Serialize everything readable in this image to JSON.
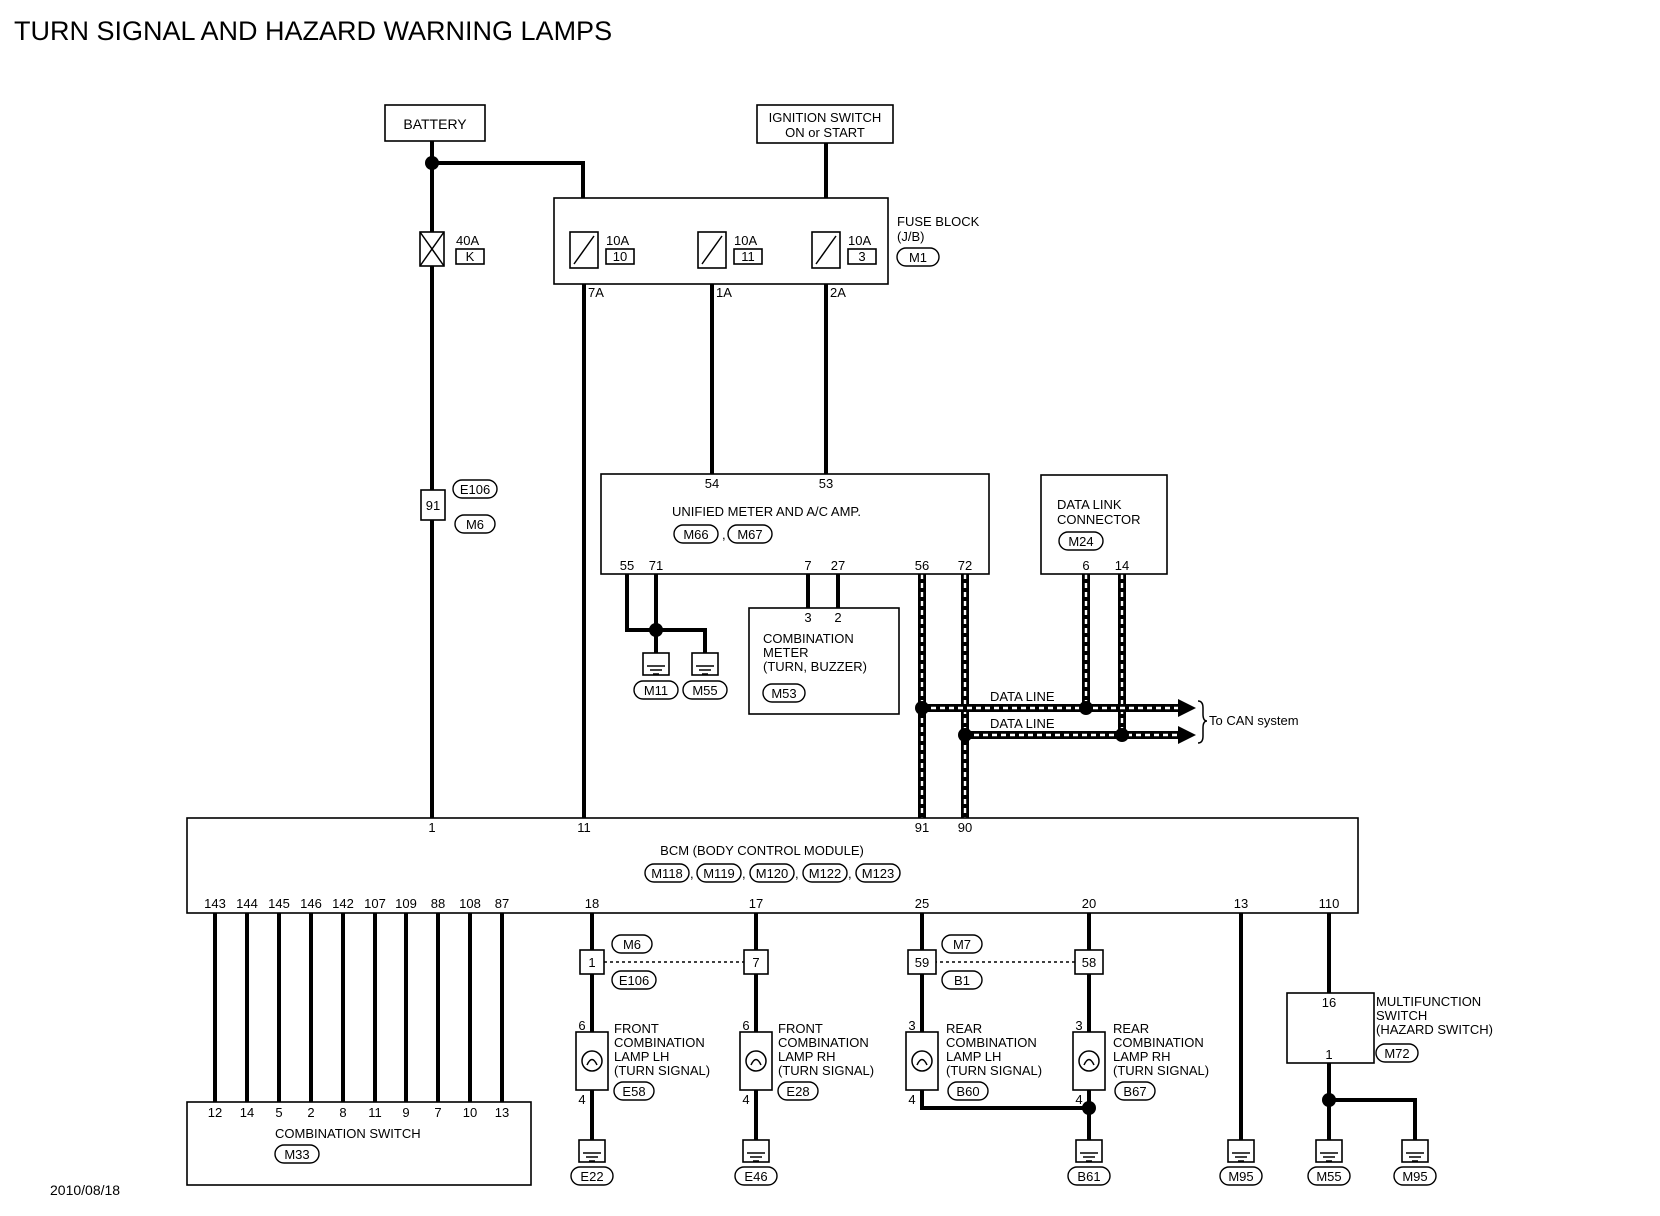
{
  "title": "TURN SIGNAL AND HAZARD WARNING LAMPS",
  "date": "2010/08/18",
  "battery": {
    "label": "BATTERY"
  },
  "ignition": {
    "line1": "IGNITION SWITCH",
    "line2": "ON or START"
  },
  "main_fuse": {
    "rating": "40A",
    "id": "K"
  },
  "fuse_block": {
    "label": "FUSE BLOCK",
    "sublabel": "(J/B)",
    "connector": "M1",
    "fuses": [
      {
        "rating": "10A",
        "number": "10",
        "out": "7A"
      },
      {
        "rating": "10A",
        "number": "11",
        "out": "1A"
      },
      {
        "rating": "10A",
        "number": "3",
        "out": "2A"
      }
    ]
  },
  "joint_91": {
    "pin": "91",
    "conn_top": "E106",
    "conn_bottom": "M6"
  },
  "meter_amp": {
    "label": "UNIFIED METER AND A/C AMP.",
    "connectors": [
      "M66",
      "M67"
    ],
    "sep": ",",
    "pins_top": [
      "54",
      "53"
    ],
    "pins_bottom": [
      "55",
      "71",
      "7",
      "27",
      "56",
      "72"
    ]
  },
  "meter_grounds": [
    "M11",
    "M55"
  ],
  "combination_meter": {
    "line1": "COMBINATION",
    "line2": "METER",
    "line3": "(TURN, BUZZER)",
    "connector": "M53",
    "pins": [
      "3",
      "2"
    ]
  },
  "dlc": {
    "line1": "DATA LINK",
    "line2": "CONNECTOR",
    "connector": "M24",
    "pins": [
      "6",
      "14"
    ]
  },
  "data_line": {
    "label1": "DATA LINE",
    "label2": "DATA LINE",
    "to": "To CAN system"
  },
  "bcm": {
    "label": "BCM (BODY CONTROL MODULE)",
    "connectors": [
      "M118",
      "M119",
      "M120",
      "M122",
      "M123"
    ],
    "sep": ",",
    "pins_top": [
      "1",
      "11",
      "91",
      "90"
    ],
    "pins_bottom": [
      "143",
      "144",
      "145",
      "146",
      "142",
      "107",
      "109",
      "88",
      "108",
      "87",
      "18",
      "17",
      "25",
      "20",
      "13",
      "110"
    ]
  },
  "combination_switch": {
    "label": "COMBINATION SWITCH",
    "connector": "M33",
    "pins": [
      "12",
      "14",
      "5",
      "2",
      "8",
      "11",
      "9",
      "7",
      "10",
      "13"
    ]
  },
  "joints": {
    "front": {
      "pin_lh": "1",
      "pin_rh": "7",
      "conn_top": "M6",
      "conn_bottom": "E106"
    },
    "rear": {
      "pin_lh": "59",
      "pin_rh": "58",
      "conn_top": "M7",
      "conn_bottom": "B1"
    }
  },
  "lamps": [
    {
      "line1": "FRONT",
      "line2": "COMBINATION",
      "line3": "LAMP LH",
      "line4": "(TURN SIGNAL)",
      "connector": "E58",
      "pin_top": "6",
      "pin_bottom": "4",
      "ground": "E22"
    },
    {
      "line1": "FRONT",
      "line2": "COMBINATION",
      "line3": "LAMP RH",
      "line4": "(TURN SIGNAL)",
      "connector": "E28",
      "pin_top": "6",
      "pin_bottom": "4",
      "ground": "E46"
    },
    {
      "line1": "REAR",
      "line2": "COMBINATION",
      "line3": "LAMP LH",
      "line4": "(TURN SIGNAL)",
      "connector": "B60",
      "pin_top": "3",
      "pin_bottom": "4",
      "ground": ""
    },
    {
      "line1": "REAR",
      "line2": "COMBINATION",
      "line3": "LAMP RH",
      "line4": "(TURN SIGNAL)",
      "connector": "B67",
      "pin_top": "3",
      "pin_bottom": "4",
      "ground": "B61"
    }
  ],
  "ground_m95": "M95",
  "multifunction_switch": {
    "line1": "MULTIFUNCTION",
    "line2": "SWITCH",
    "line3": "(HAZARD SWITCH)",
    "connector": "M72",
    "pin_top": "16",
    "pin_bottom": "1",
    "grounds": [
      "M55",
      "M95"
    ]
  }
}
